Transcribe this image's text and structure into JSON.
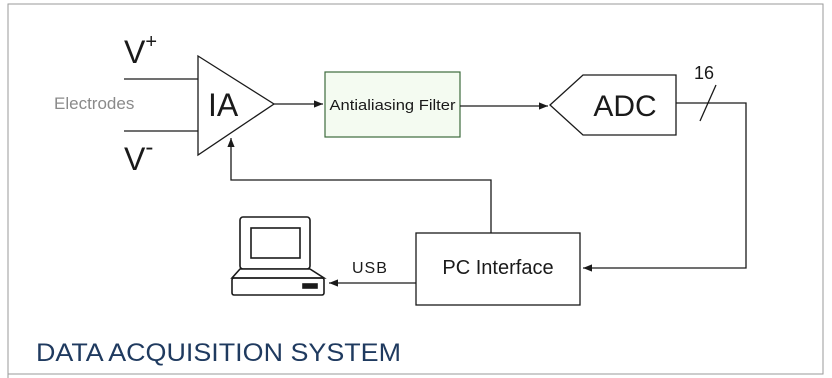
{
  "diagram": {
    "input_labels": {
      "positive": "V",
      "positive_sup": "+",
      "negative": "V",
      "negative_sup": "-",
      "electrodes": "Electrodes"
    },
    "blocks": {
      "amplifier": "IA",
      "filter": "Antialiasing Filter",
      "adc": "ADC",
      "pc_interface": "PC Interface"
    },
    "bus_width": "16",
    "link_label": "USB",
    "caption": "DATA ACQUISITION SYSTEM",
    "colors": {
      "line": "#1a1a1a",
      "filter_fill": "#f4fbf1",
      "filter_stroke": "#3d6b3d",
      "electrodes_text": "#8a8a8a",
      "caption_text": "#1f3a5f",
      "frame": "#9a9a9a"
    },
    "icons": [
      "computer-icon"
    ]
  }
}
